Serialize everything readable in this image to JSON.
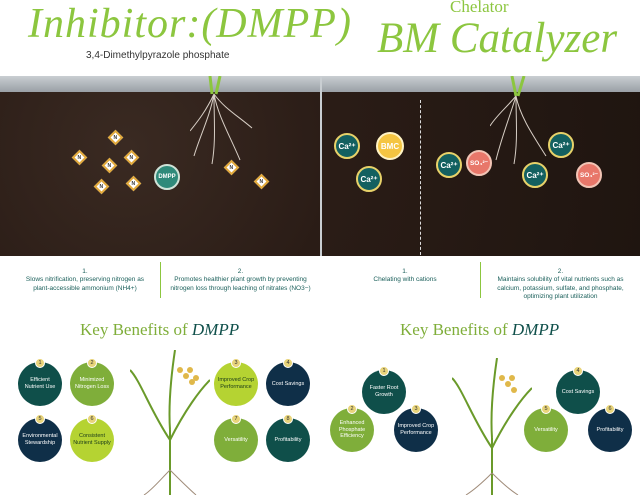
{
  "left": {
    "title": "Inhibitor:(DMPP)",
    "subtitle": "3,4-Dimethylpyrazole phosphate",
    "soil_label": "DMPP",
    "nitrogen_symbol": "N",
    "info": [
      {
        "num": "1.",
        "text": "Slows nitrification, preserving nitrogen as plant-accessible ammonium (NH4+)"
      },
      {
        "num": "2.",
        "text": "Promotes healthier plant growth by preventing nitrogen loss through leaching of nitrates (NO3−)"
      }
    ],
    "benefits_title": "Key Benefits of ",
    "benefits_title_em": "DMPP",
    "benefits": [
      {
        "num": "1",
        "label": "Efficient Nutrient Use"
      },
      {
        "num": "2",
        "label": "Minimized Nitrogen Loss"
      },
      {
        "num": "3",
        "label": "Improved Crop Performance"
      },
      {
        "num": "4",
        "label": "Cost Savings"
      },
      {
        "num": "5",
        "label": "Environmental Stewardship"
      },
      {
        "num": "6",
        "label": "Consistent Nutrient Supply"
      },
      {
        "num": "7",
        "label": "Versatility"
      },
      {
        "num": "8",
        "label": "Profitability"
      }
    ]
  },
  "right": {
    "title_small": "Chelator",
    "title": "BM Catalyzer",
    "ions": {
      "ca": "Ca²⁺",
      "bmc": "BMC",
      "so4": "SO₄²⁻"
    },
    "info": [
      {
        "num": "1.",
        "text": "Chelating with cations"
      },
      {
        "num": "2.",
        "text": "Maintains solubility of vital nutrients such as calcium, potassium, sulfate, and phosphate, optimizing plant utilization"
      }
    ],
    "benefits_title": "Key Benefits of ",
    "benefits_title_em": "DMPP",
    "benefits": [
      {
        "num": "1",
        "label": "Faster Root Growth"
      },
      {
        "num": "2",
        "label": "Enhanced Phosphate Efficiency"
      },
      {
        "num": "3",
        "label": "Improved Crop Performance"
      },
      {
        "num": "4",
        "label": "Cost Savings"
      },
      {
        "num": "5",
        "label": "Versatility"
      },
      {
        "num": "6",
        "label": "Profitability"
      }
    ]
  },
  "colors": {
    "accent": "#8cc63f",
    "teal": "#0f4f4a",
    "navy": "#0f2f48",
    "lime": "#b5d332"
  }
}
